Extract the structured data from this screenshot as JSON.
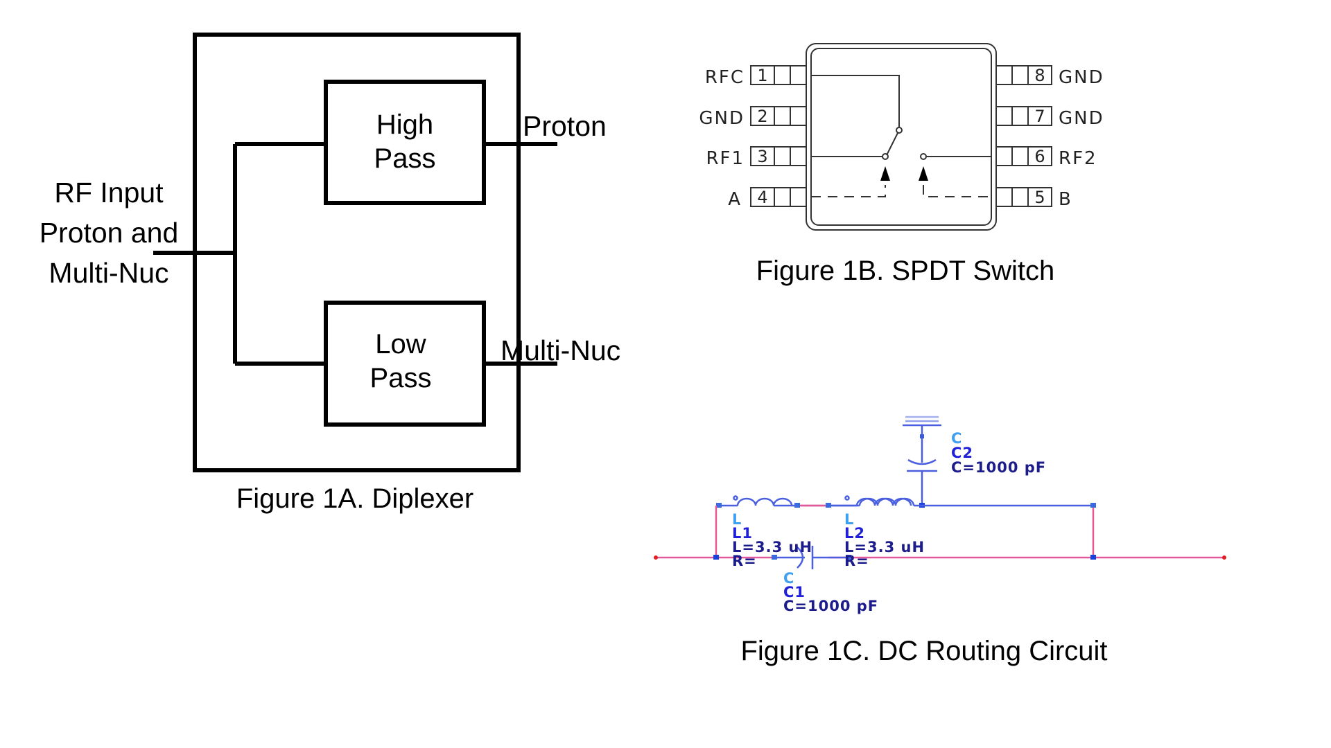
{
  "figure_1a": {
    "caption": "Figure 1A. Diplexer",
    "input_label_lines": [
      "RF Input",
      "Proton and",
      "Multi-Nuc"
    ],
    "high_pass_lines": [
      "High",
      "Pass"
    ],
    "low_pass_lines": [
      "Low",
      "Pass"
    ],
    "output_top": "Proton",
    "output_bottom": "Multi-Nuc"
  },
  "figure_1b": {
    "caption": "Figure 1B. SPDT Switch",
    "left_pins": [
      {
        "name": "RFC",
        "number": "1"
      },
      {
        "name": "GND",
        "number": "2"
      },
      {
        "name": "RF1",
        "number": "3"
      },
      {
        "name": "A",
        "number": "4"
      }
    ],
    "right_pins": [
      {
        "name": "GND",
        "number": "8"
      },
      {
        "name": "GND",
        "number": "7"
      },
      {
        "name": "RF2",
        "number": "6"
      },
      {
        "name": "B",
        "number": "5"
      }
    ]
  },
  "figure_1c": {
    "caption": "Figure 1C. DC Routing Circuit",
    "components": {
      "c2": {
        "type": "C",
        "name": "C2",
        "value": "C=1000 pF"
      },
      "l1": {
        "type": "L",
        "name": "L1",
        "value": "L=3.3 uH",
        "r": "R="
      },
      "l2": {
        "type": "L",
        "name": "L2",
        "value": "L=3.3 uH",
        "r": "R="
      },
      "c1": {
        "type": "C",
        "name": "C1",
        "value": "C=1000 pF"
      }
    },
    "colors": {
      "type_label": "#3fa0f0",
      "name_label": "#2020d8",
      "value_label": "#1c1c8c",
      "wire_blue": "#4a5fe0",
      "wire_pink": "#e05a9a",
      "terminal": "#e02020"
    }
  }
}
